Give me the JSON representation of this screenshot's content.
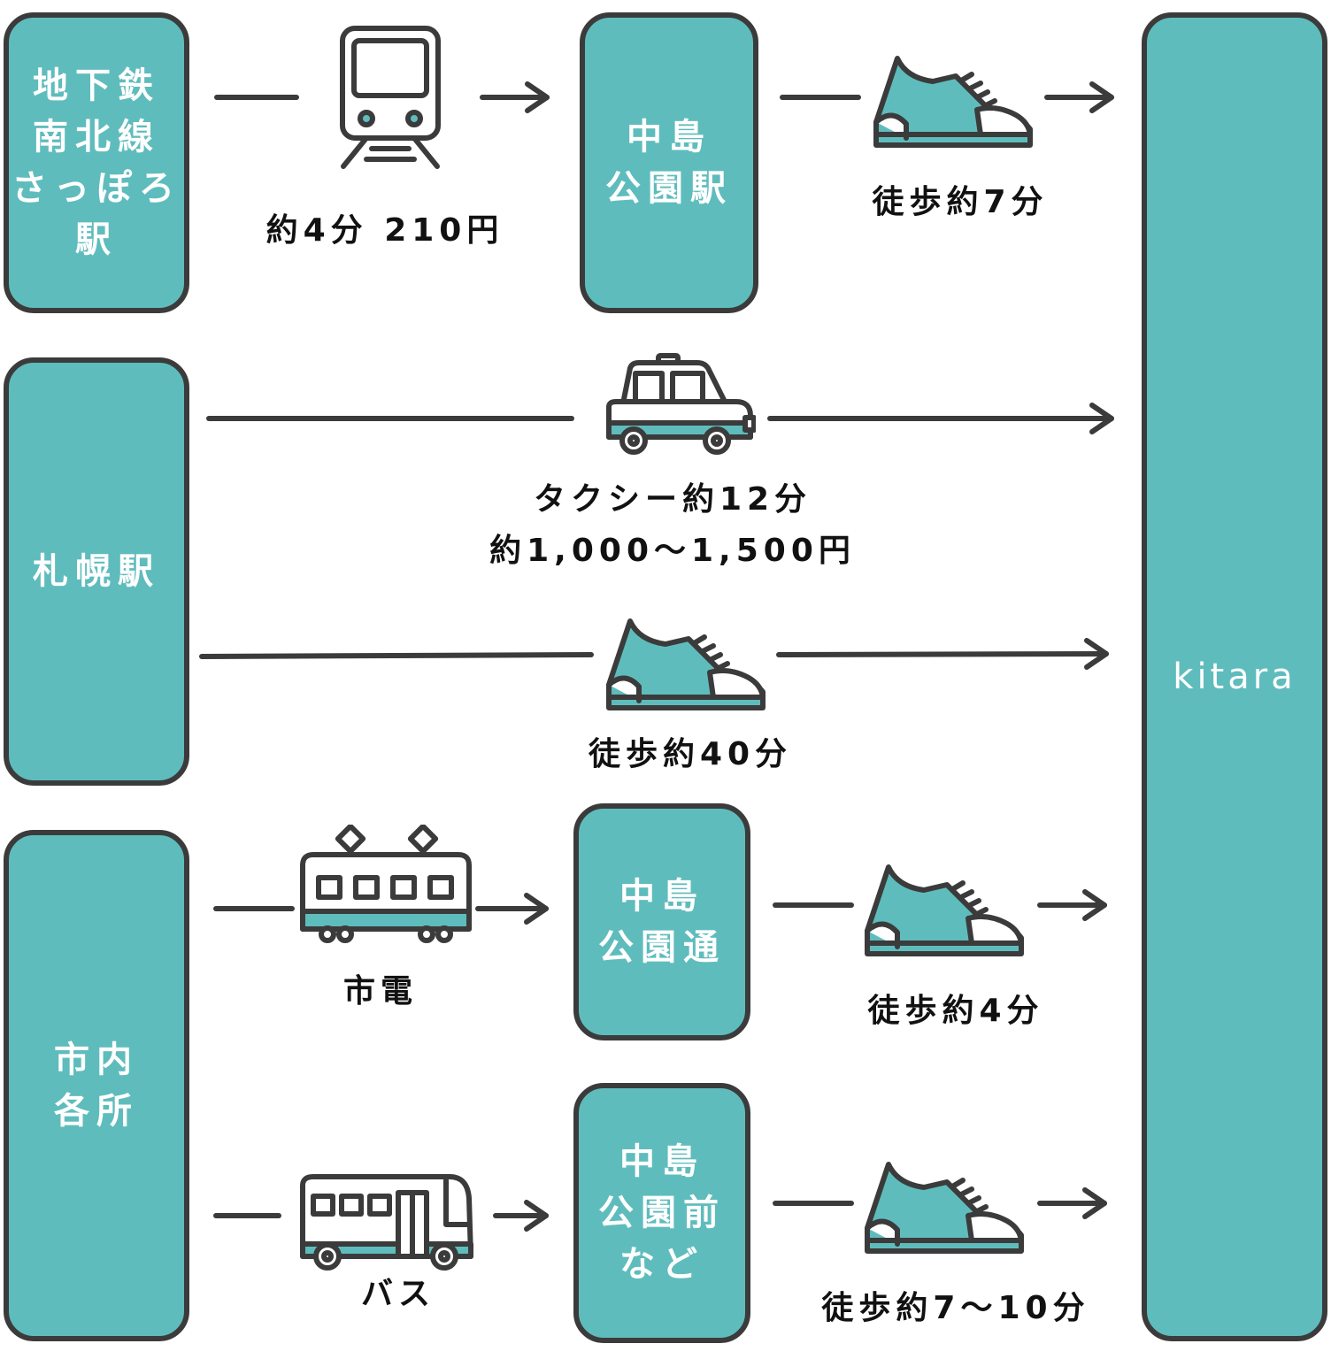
{
  "colors": {
    "teal": "#5fbcbd",
    "outline": "#3b3b3b",
    "text": "#111111",
    "box_text": "#ffffff"
  },
  "origins": {
    "subway_station": "地下鉄\n南北線\nさっぽろ\n駅",
    "sapporo_station": "札幌駅",
    "city_locations": "市内\n各所"
  },
  "stops": {
    "nakajima_koen_station": "中島\n公園駅",
    "nakajima_koen_dori": "中島\n公園通",
    "nakajima_koen_mae": "中島\n公園前\nなど"
  },
  "destination": "kitara",
  "routes": {
    "subway": {
      "icon": "train-icon",
      "caption": "約4分 210円",
      "walk_caption": "徒歩約7分"
    },
    "taxi": {
      "icon": "taxi-icon",
      "caption": "タクシー約12分\n約1,000〜1,500円"
    },
    "walk": {
      "icon": "shoe-icon",
      "caption": "徒歩約40分"
    },
    "tram": {
      "icon": "tram-icon",
      "caption": "市電",
      "walk_caption": "徒歩約4分"
    },
    "bus": {
      "icon": "bus-icon",
      "caption": "バス",
      "walk_caption": "徒歩約7〜10分"
    }
  }
}
